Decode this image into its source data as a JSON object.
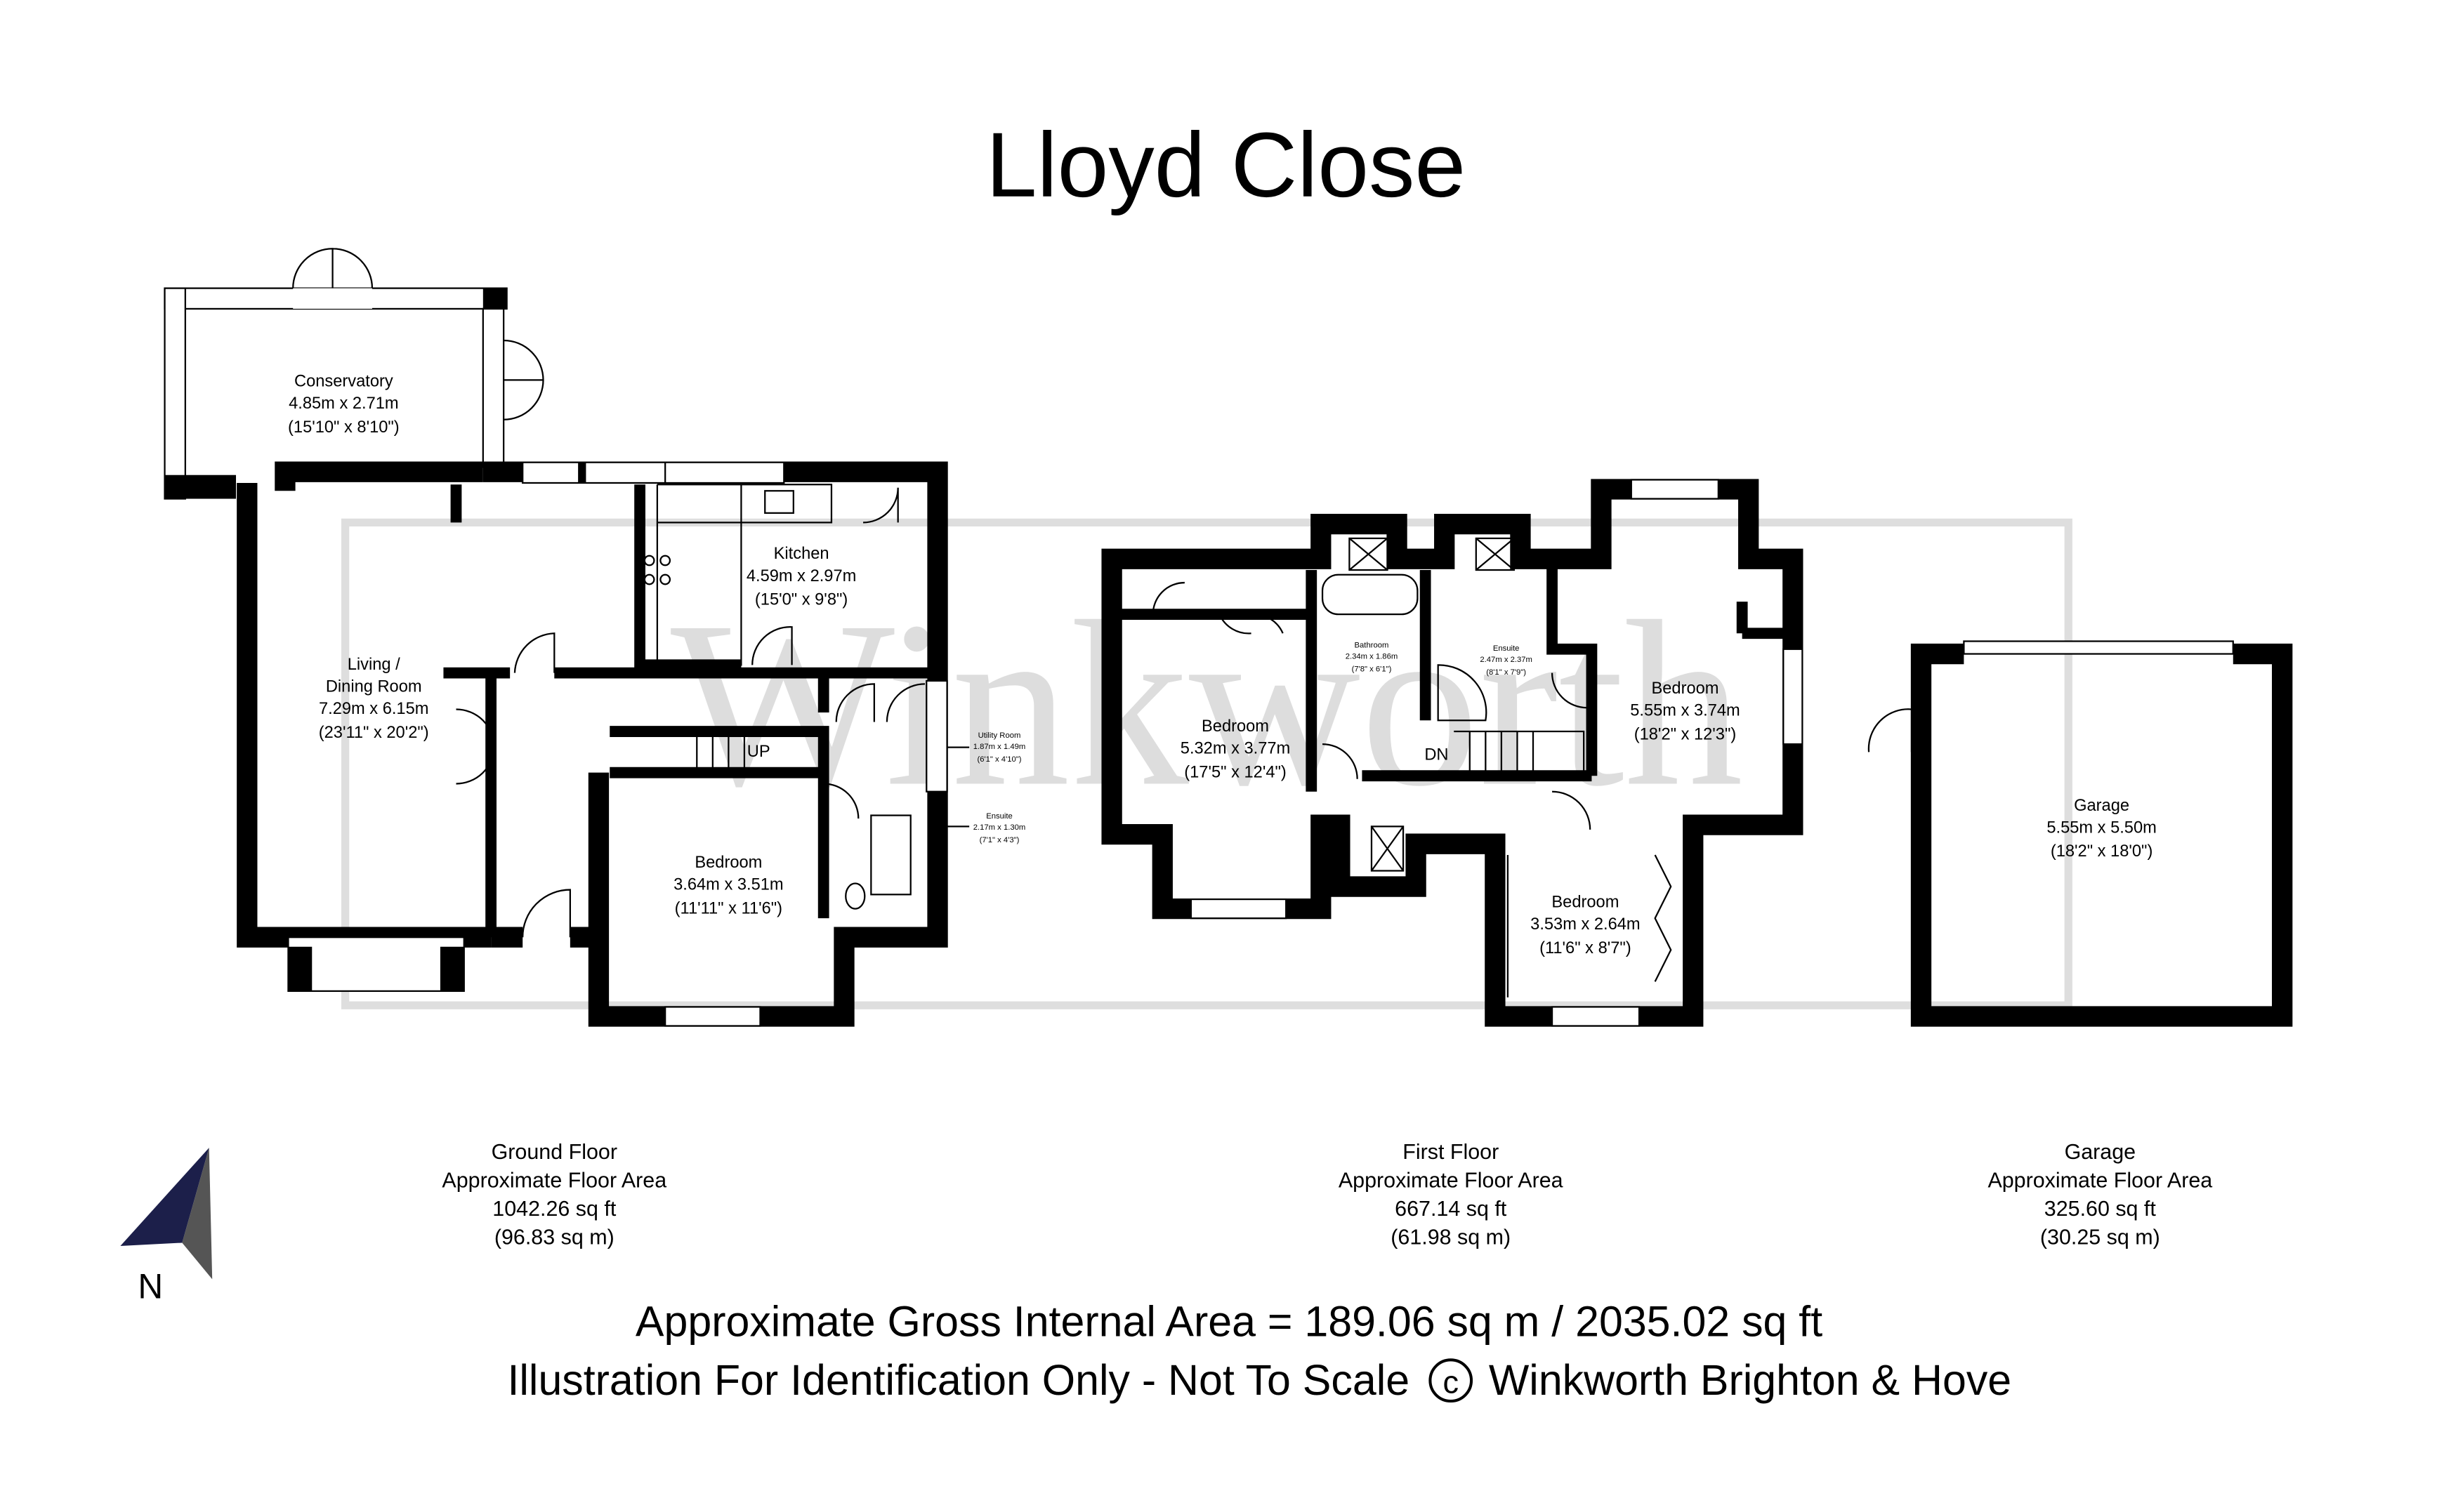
{
  "title": "Lloyd Close",
  "watermark": "Winkworth",
  "compass": {
    "label": "N",
    "icon": "north-arrow-icon"
  },
  "rooms": {
    "conservatory": {
      "name": "Conservatory",
      "metric": "4.85m x 2.71m",
      "imperial": "(15'10\" x 8'10\")"
    },
    "kitchen": {
      "name": "Kitchen",
      "metric": "4.59m x 2.97m",
      "imperial": "(15'0\" x 9'8\")"
    },
    "living": {
      "name": "Living /",
      "name2": "Dining Room",
      "metric": "7.29m x 6.15m",
      "imperial": "(23'11\" x 20'2\")"
    },
    "utility": {
      "name": "Utility Room",
      "metric": "1.87m x 1.49m",
      "imperial": "(6'1\" x 4'10\")"
    },
    "ensuite_ground": {
      "name": "Ensuite",
      "metric": "2.17m x 1.30m",
      "imperial": "(7'1\" x 4'3\")"
    },
    "bedroom_ground": {
      "name": "Bedroom",
      "metric": "3.64m x 3.51m",
      "imperial": "(11'11\" x 11'6\")"
    },
    "bedroom_1": {
      "name": "Bedroom",
      "metric": "5.32m x 3.77m",
      "imperial": "(17'5\" x 12'4\")"
    },
    "bathroom": {
      "name": "Bathroom",
      "metric": "2.34m x 1.86m",
      "imperial": "(7'8\" x 6'1\")"
    },
    "ensuite_first": {
      "name": "Ensuite",
      "metric": "2.47m x 2.37m",
      "imperial": "(8'1\" x 7'9\")"
    },
    "bedroom_2": {
      "name": "Bedroom",
      "metric": "5.55m x 3.74m",
      "imperial": "(18'2\" x 12'3\")"
    },
    "bedroom_3": {
      "name": "Bedroom",
      "metric": "3.53m x 2.64m",
      "imperial": "(11'6\" x 8'7\")"
    },
    "garage": {
      "name": "Garage",
      "metric": "5.55m x 5.50m",
      "imperial": "(18'2\" x 18'0\")"
    }
  },
  "stairs": {
    "up": "UP",
    "down": "DN"
  },
  "floors": [
    {
      "name": "Ground Floor",
      "caption": "Approximate Floor Area",
      "sqft": "1042.26 sq ft",
      "sqm": "(96.83 sq m)"
    },
    {
      "name": "First Floor",
      "caption": "Approximate Floor Area",
      "sqft": "667.14 sq ft",
      "sqm": "(61.98 sq m)"
    },
    {
      "name": "Garage",
      "caption": "Approximate Floor Area",
      "sqft": "325.60 sq ft",
      "sqm": "(30.25 sq m)"
    }
  ],
  "footer": {
    "gross_area": "Approximate Gross Internal Area = 189.06 sq m / 2035.02 sq ft",
    "disclaimer_left": "Illustration For Identification Only - Not To Scale",
    "copyright_symbol": "c",
    "disclaimer_right": "Winkworth Brighton & Hove"
  }
}
